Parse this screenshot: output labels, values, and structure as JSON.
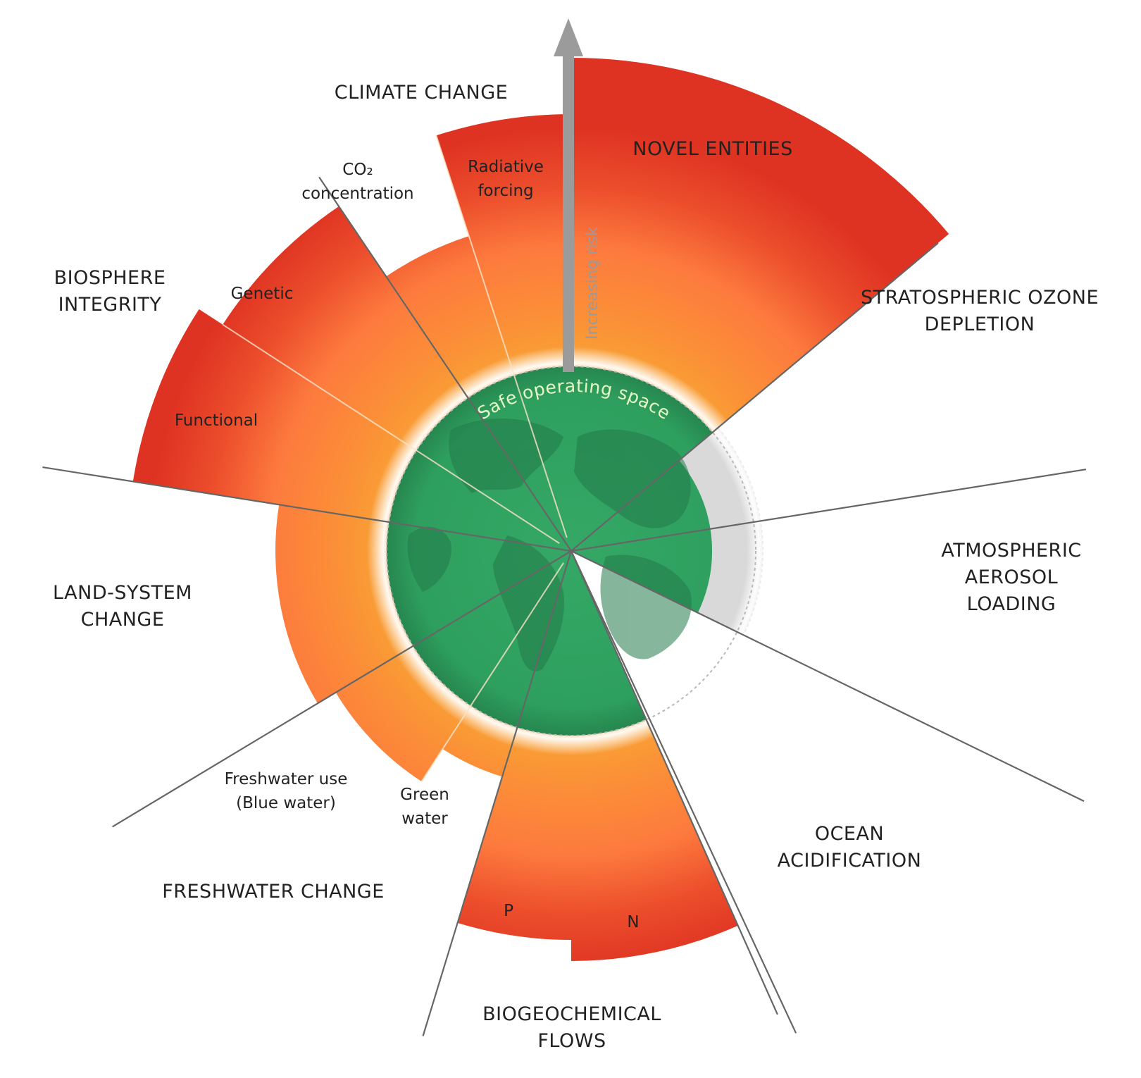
{
  "diagram": {
    "safe_label": "Safe operating space",
    "risk_label": "Increasing risk",
    "boundaries": [
      {
        "id": "climate-change",
        "label_lines": [
          "CLIMATE CHANGE"
        ]
      },
      {
        "id": "novel-entities",
        "label_lines": [
          "NOVEL ENTITIES"
        ]
      },
      {
        "id": "stratospheric-ozone-depletion",
        "label_lines": [
          "STRATOSPHERIC OZONE",
          "DEPLETION"
        ]
      },
      {
        "id": "atmospheric-aerosol-loading",
        "label_lines": [
          "ATMOSPHERIC",
          "AEROSOL",
          "LOADING"
        ]
      },
      {
        "id": "ocean-acidification",
        "label_lines": [
          "OCEAN",
          "ACIDIFICATION"
        ]
      },
      {
        "id": "biogeochemical-flows",
        "label_lines": [
          "BIOGEOCHEMICAL",
          "FLOWS"
        ]
      },
      {
        "id": "freshwater-change",
        "label_lines": [
          "FRESHWATER CHANGE"
        ]
      },
      {
        "id": "land-system-change",
        "label_lines": [
          "LAND-SYSTEM",
          "CHANGE"
        ]
      },
      {
        "id": "biosphere-integrity",
        "label_lines": [
          "BIOSPHERE",
          "INTEGRITY"
        ]
      }
    ],
    "sub_labels": [
      {
        "id": "co2-concentration",
        "lines": [
          "CO₂",
          "concentration"
        ]
      },
      {
        "id": "radiative-forcing",
        "lines": [
          "Radiative",
          "forcing"
        ]
      },
      {
        "id": "genetic",
        "lines": [
          "Genetic"
        ]
      },
      {
        "id": "functional",
        "lines": [
          "Functional"
        ]
      },
      {
        "id": "freshwater-use-blue-water",
        "lines": [
          "Freshwater use",
          "(Blue water)"
        ]
      },
      {
        "id": "green-water",
        "lines": [
          "Green",
          "water"
        ]
      },
      {
        "id": "phosphorus",
        "lines": [
          "P"
        ]
      },
      {
        "id": "nitrogen",
        "lines": [
          "N"
        ]
      }
    ],
    "colors": {
      "safe": "#2e9f5e",
      "safe_dark": "#227a48",
      "zone_yellow": "#f7a934",
      "zone_orange": "#fd7a3e",
      "zone_red": "#de3322",
      "unquantified": "#d9d9d9",
      "divider": "#666666",
      "arrow": "#9b9b9b"
    }
  }
}
